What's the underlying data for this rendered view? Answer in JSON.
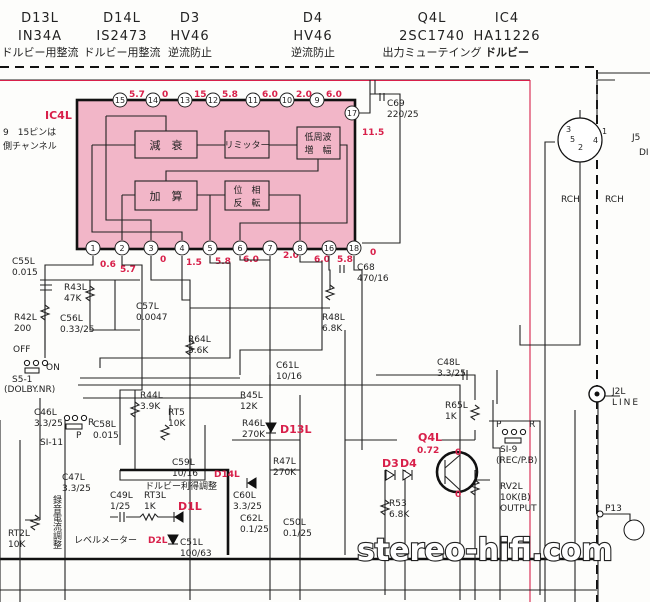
{
  "header": {
    "parts": [
      {
        "ref": "D13L",
        "type": "IN34A",
        "role": "ドルビー用整流"
      },
      {
        "ref": "D14L",
        "type": "IS2473",
        "role": "ドルビー用整流"
      },
      {
        "ref": "D3",
        "type": "HV46",
        "role": "逆流防止"
      },
      {
        "ref": "D4",
        "type": "HV46",
        "role": "逆流防止"
      },
      {
        "ref": "Q4L",
        "type": "2SC1740",
        "role": "出力ミューテイング"
      },
      {
        "ref": "IC4",
        "type": "HA11226",
        "role": "ドルビー"
      }
    ]
  },
  "ic": {
    "label": "IC4L",
    "note1": "9　15ピンは",
    "note2": "側チャンネル",
    "blocks": {
      "atten": "減　衰",
      "limiter": "リミッター",
      "lf_amp1": "低周波",
      "lf_amp2": "増　幅",
      "adder": "加　算",
      "phase1": "位　相",
      "phase2": "反　転"
    },
    "top_pins": [
      {
        "n": "15",
        "v": "5.7"
      },
      {
        "n": "14",
        "v": "0"
      },
      {
        "n": "13",
        "v": "15"
      },
      {
        "n": "12",
        "v": "5.8"
      },
      {
        "n": "11",
        "v": "6.0"
      },
      {
        "n": "10",
        "v": "2.0"
      },
      {
        "n": "9",
        "v": "6.0"
      }
    ],
    "pin17": {
      "n": "17",
      "v": "11.5"
    },
    "bottom_pins": [
      {
        "n": "1",
        "v": "0.6"
      },
      {
        "n": "2",
        "v": "5.7"
      },
      {
        "n": "3",
        "v": "0"
      },
      {
        "n": "4",
        "v": "1.5"
      },
      {
        "n": "5",
        "v": "5.8"
      },
      {
        "n": "6",
        "v": "6.0"
      },
      {
        "n": "7",
        "v": "2.0"
      },
      {
        "n": "8",
        "v": "6.0"
      },
      {
        "n": "16",
        "v": "5.8"
      },
      {
        "n": "18",
        "v": "0"
      }
    ]
  },
  "components": {
    "C69": [
      "C69",
      "220/25"
    ],
    "C68": [
      "C68",
      "470/16"
    ],
    "C55L": [
      "C55L",
      "0.015"
    ],
    "R43L": [
      "R43L",
      "47K"
    ],
    "R42L": [
      "R42L",
      "200"
    ],
    "C56L": [
      "C56L",
      "0.33/25"
    ],
    "C57L": [
      "C57L",
      "0.0047"
    ],
    "R48L": [
      "R48L",
      "6.8K"
    ],
    "R64L": [
      "R64L",
      "5.6K"
    ],
    "C61L": [
      "C61L",
      "10/16"
    ],
    "C46L": [
      "C46L",
      "3.3/25"
    ],
    "C58L": [
      "C58L",
      "0.015"
    ],
    "R44L": [
      "R44L",
      "3.9K"
    ],
    "RT5": [
      "RT5",
      "10K"
    ],
    "R45L": [
      "R45L",
      "12K"
    ],
    "R46L": [
      "R46L",
      "270K"
    ],
    "R47L": [
      "R47L",
      "270K"
    ],
    "C59L": [
      "C59L",
      "10/16"
    ],
    "C47L": [
      "C47L",
      "3.3/25"
    ],
    "C49L": [
      "C49L",
      "1/25"
    ],
    "RT3L": [
      "RT3L",
      "1K"
    ],
    "C60L": [
      "C60L",
      "3.3/25"
    ],
    "C62L": [
      "C62L",
      "0.1/25"
    ],
    "C50L": [
      "C50L",
      "0.1/25"
    ],
    "RT2L": [
      "RT2L",
      "10K"
    ],
    "C51L": [
      "C51L",
      "100/63"
    ],
    "C48L": [
      "C48L",
      "3.3/25"
    ],
    "R65L": [
      "R65L",
      "1K"
    ],
    "R53": [
      "R53",
      "6.8K"
    ],
    "RV2L": [
      "RV2L",
      "10K(B)",
      "OUTPUT"
    ]
  },
  "diodes": {
    "D13L": "D13L",
    "D1L": "D1L",
    "D2L": "D2L",
    "D14L": "D14L",
    "D3": "D3",
    "D4": "D4"
  },
  "transistor": {
    "ref": "Q4L",
    "vb": "0.72",
    "vc": "0",
    "ve": "0"
  },
  "switches": {
    "s5": {
      "off": "OFF",
      "on": "ON",
      "ref": "S5-1",
      "name": "(DOLBY.NR)"
    },
    "s11": {
      "ref": "SI-11",
      "p": "P",
      "r": "R"
    },
    "s9": {
      "ref": "SI-9",
      "name": "(REC/P.B)",
      "p": "P",
      "r": "R"
    }
  },
  "annotations": {
    "dolby_gain": "ドルビー利得調整",
    "rec_current": "録音電流調整",
    "level_meter": "レベルメーター"
  },
  "connectors": {
    "j2l": "J2L",
    "line": "LINE",
    "p13": "P13",
    "j5": "J5",
    "j5_sub": "DI",
    "rch1": "RCH",
    "rch2": "RCH",
    "din_pins": [
      "1",
      "2",
      "3",
      "4",
      "5"
    ]
  },
  "watermark": "stereo-hifi.com"
}
